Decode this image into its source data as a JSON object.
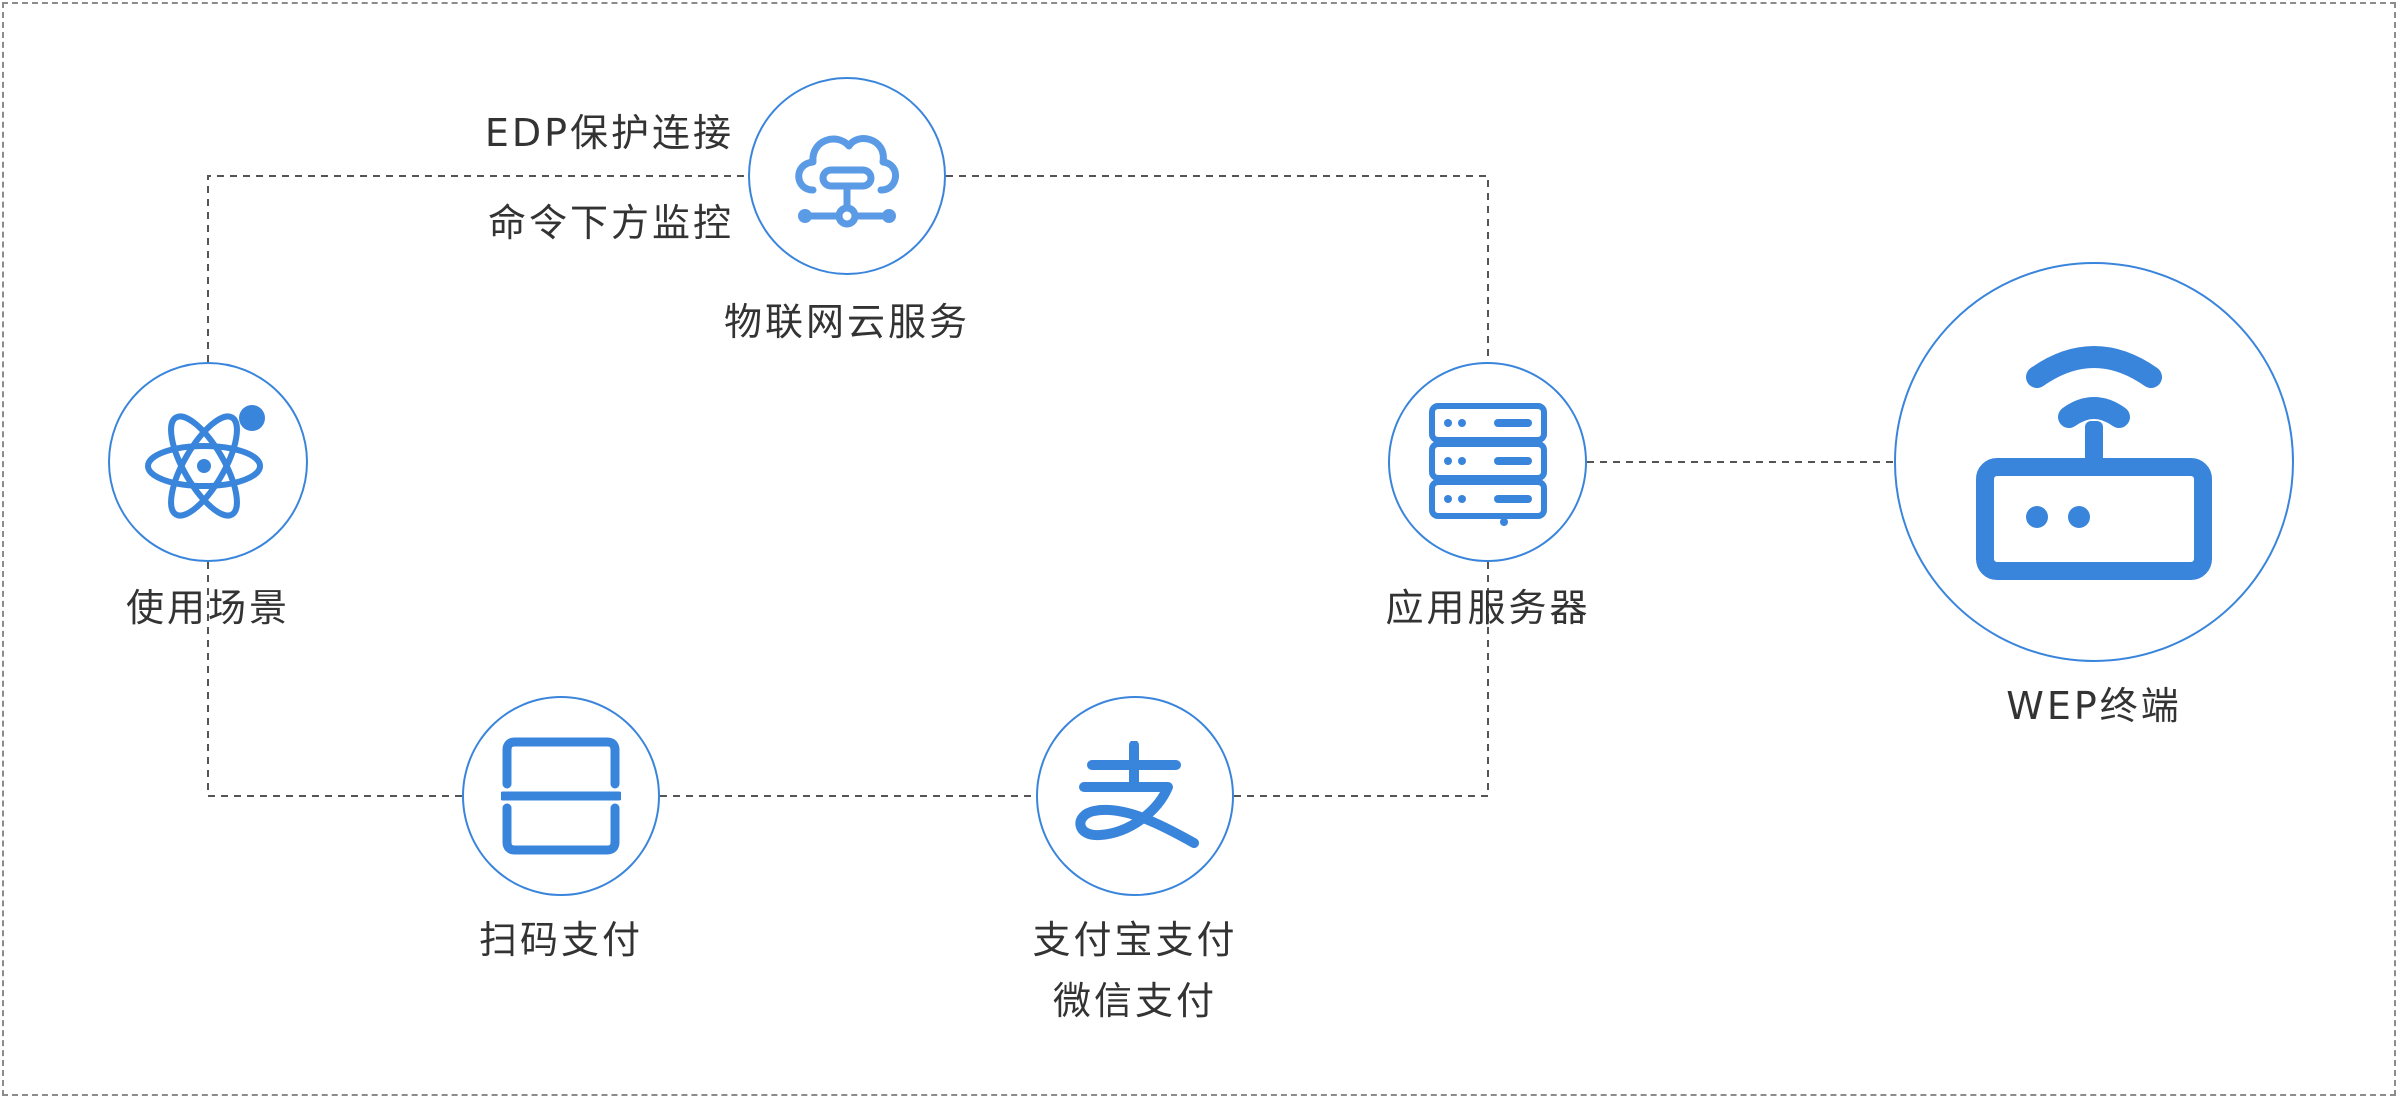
{
  "colors": {
    "accent": "#3a85dc",
    "line": "#555555",
    "frame": "#8c8c8c",
    "text": "#333333"
  },
  "nodes": {
    "cloud": {
      "icon": "cloud-network-icon",
      "label": "物联网云服务",
      "side_labels": [
        "EDP保护连接",
        "命令下方监控"
      ]
    },
    "scenario": {
      "icon": "atom-icon",
      "label": "使用场景"
    },
    "server": {
      "icon": "server-rack-icon",
      "label": "应用服务器"
    },
    "terminal": {
      "icon": "wifi-router-icon",
      "label": "WEP终端"
    },
    "scan_pay": {
      "icon": "scan-frame-icon",
      "label": "扫码支付"
    },
    "alipay": {
      "icon": "alipay-icon",
      "labels": [
        "支付宝支付",
        "微信支付"
      ]
    }
  }
}
